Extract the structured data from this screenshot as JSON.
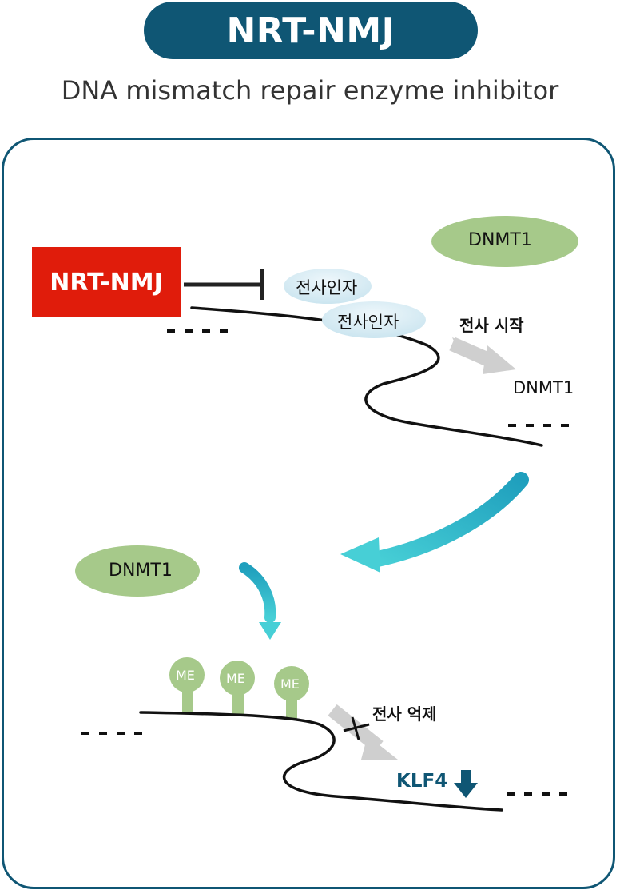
{
  "title": "NRT-NMJ",
  "subtitle": "DNA mismatch repair enzyme inhibitor",
  "drug_label": "NRT-NMJ",
  "enzyme_label": "DNMT1",
  "tf_label": "전사인자",
  "transcription_start": "전사 시작",
  "gene_dnmt1": "DNMT1",
  "methyl_label": "ME",
  "transcription_repress": "전사 억제",
  "gene_klf4": "KLF4",
  "colors": {
    "title_bg": "#0f5674",
    "drug_red": "#e01c0b",
    "oval_green": "#a6c98a",
    "tf_blue": "#d6ebf3",
    "teal_arrow": "#2fb5c8",
    "gray_arrow": "#cfcfcf",
    "klf4_blue": "#0f5674"
  },
  "icons": [
    "inhibition-bar-icon",
    "down-arrow-icon",
    "cross-mark-icon"
  ]
}
